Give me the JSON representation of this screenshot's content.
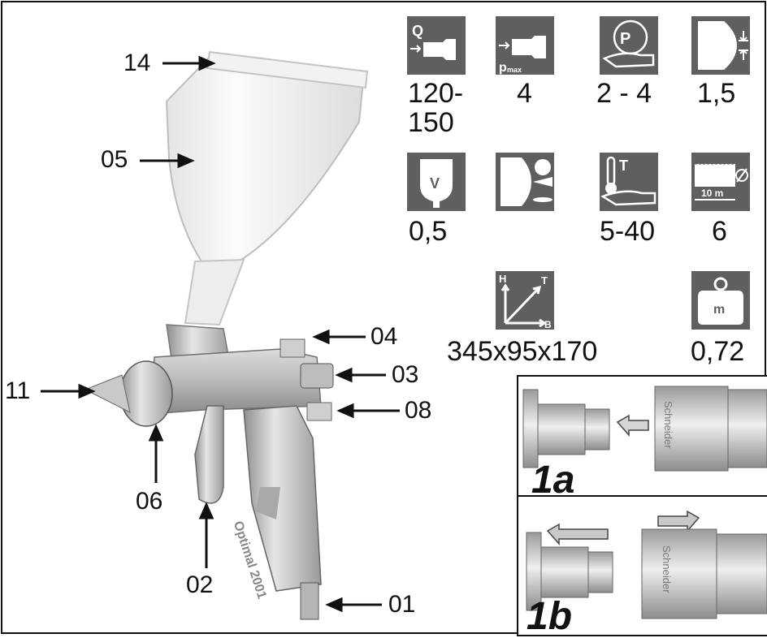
{
  "callouts": [
    {
      "id": "14",
      "text": "14"
    },
    {
      "id": "05",
      "text": "05"
    },
    {
      "id": "04",
      "text": "04"
    },
    {
      "id": "03",
      "text": "03"
    },
    {
      "id": "08",
      "text": "08"
    },
    {
      "id": "11",
      "text": "11"
    },
    {
      "id": "06",
      "text": "06"
    },
    {
      "id": "02",
      "text": "02"
    },
    {
      "id": "01",
      "text": "01"
    }
  ],
  "specs": [
    {
      "icon": "air-consumption-icon",
      "glyph": "Q",
      "value": "120-\n150"
    },
    {
      "icon": "max-pressure-icon",
      "glyph": "p",
      "sub": "max",
      "value": "4"
    },
    {
      "icon": "working-pressure-icon",
      "glyph": "P",
      "value": "2 - 4"
    },
    {
      "icon": "nozzle-size-icon",
      "value": "1,5"
    },
    {
      "icon": "cup-volume-icon",
      "glyph": "V",
      "value": "0,5"
    },
    {
      "icon": "spray-pattern-icon",
      "value": ""
    },
    {
      "icon": "temperature-icon",
      "glyph": "T",
      "value": "5-40"
    },
    {
      "icon": "hose-diameter-icon",
      "glyph": "10 m",
      "value": "6"
    },
    {
      "icon": "dimensions-icon",
      "glyphs": [
        "H",
        "T",
        "B"
      ],
      "value": "345x95x170"
    },
    {
      "icon": "weight-icon",
      "glyph": "m",
      "value": "0,72"
    }
  ],
  "insets": [
    {
      "label": "1a",
      "coupling_text": "Schneider"
    },
    {
      "label": "1b",
      "coupling_text": "Schneider"
    }
  ],
  "gun_body_text": "Optimal 2001",
  "colors": {
    "tile": "#5f5f5f",
    "ink": "#111111",
    "cup": "#f0f0ee",
    "metal": "#c9c9c9"
  }
}
